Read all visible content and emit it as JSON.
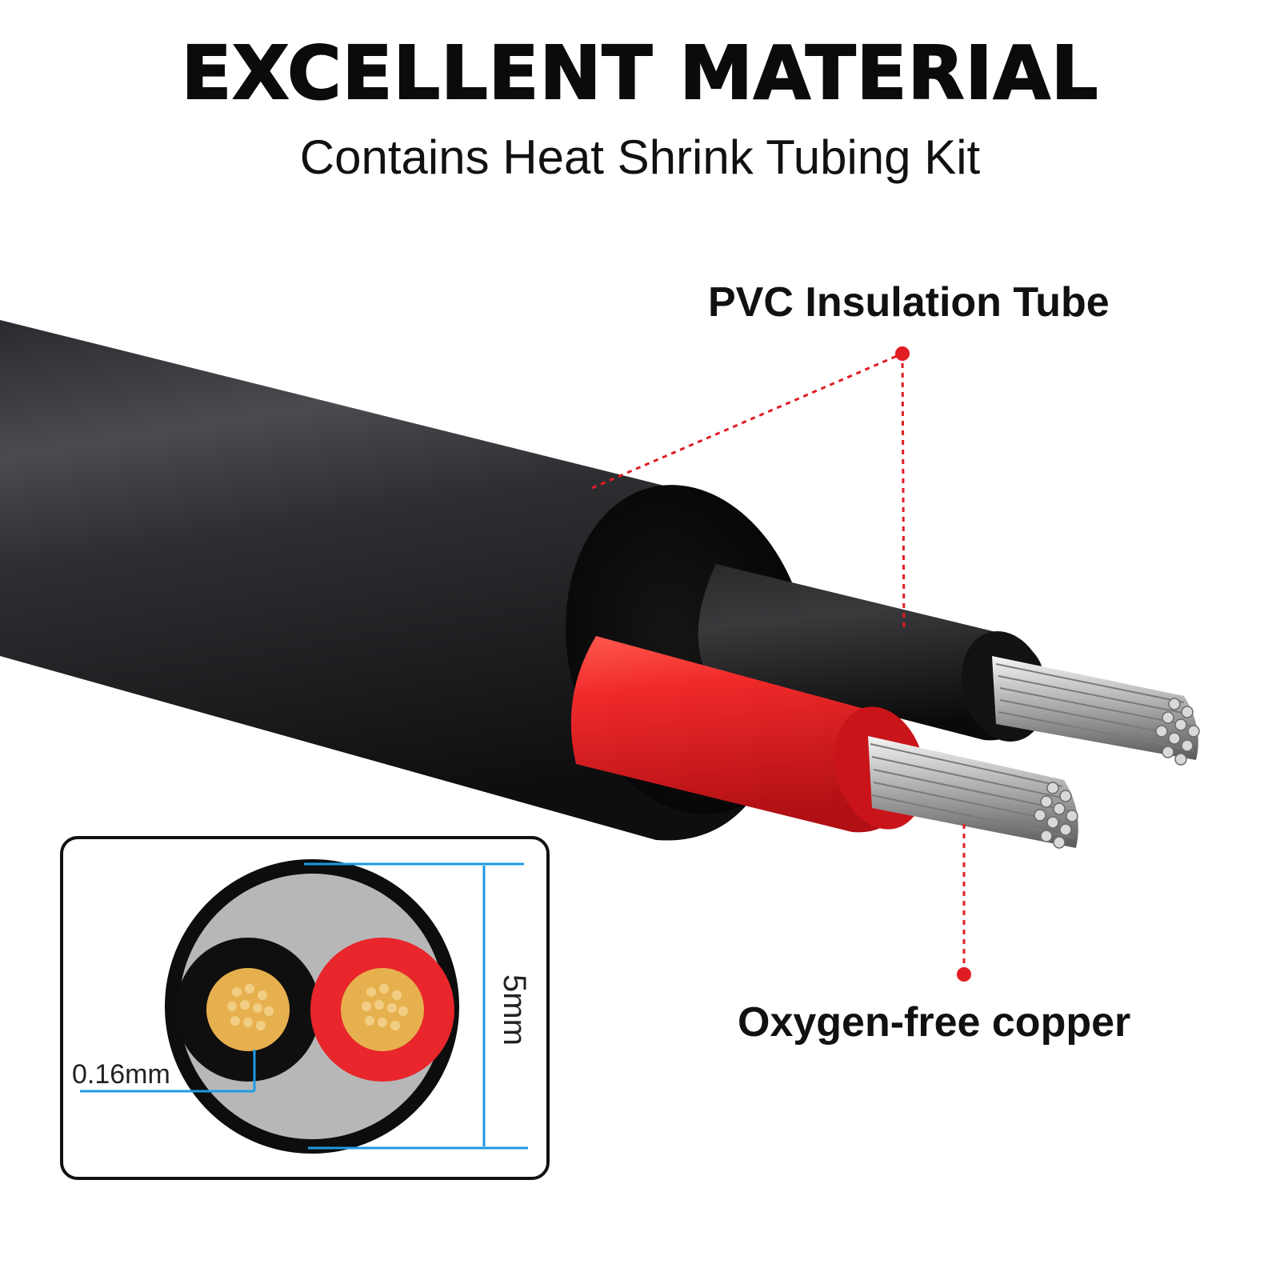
{
  "header": {
    "title": "EXCELLENT MATERIAL",
    "subtitle": "Contains Heat Shrink Tubing Kit"
  },
  "callouts": {
    "pvc": "PVC Insulation Tube",
    "copper": "Oxygen-free copper"
  },
  "cross_section": {
    "strand_diameter": "0.16mm",
    "cable_diameter": "5mm"
  },
  "colors": {
    "jacket": "#1b1c1e",
    "red_core": "#e8262b",
    "black_core": "#151515",
    "copper": "#e7b04e",
    "callout_line": "#e11d24",
    "dimension_line": "#1e9be0"
  }
}
